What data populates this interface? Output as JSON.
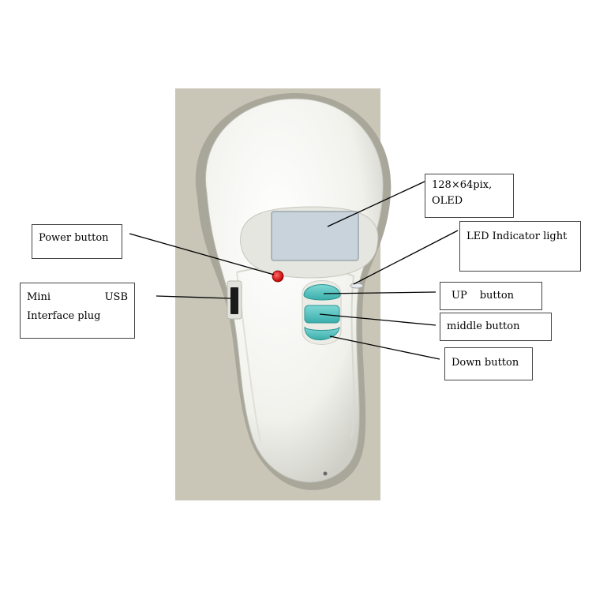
{
  "labels": {
    "oled_line1": "128×64pix,",
    "oled_line2": "OLED",
    "power": "Power button",
    "led": "LED Indicator light",
    "usb_line1_word1": "Mini",
    "usb_line1_word2": "USB",
    "usb_line2": "Interface plug",
    "up_word1": "UP",
    "up_word2": "button",
    "middle": "middle button",
    "down": "Down button"
  },
  "colors": {
    "backdrop": "#c9c6b8",
    "device_body": "#f4f4f0",
    "screen": "#c8d3dc",
    "power_button": "#e11414",
    "keys": "#5bc7c4",
    "leader_lines": "#000000"
  }
}
